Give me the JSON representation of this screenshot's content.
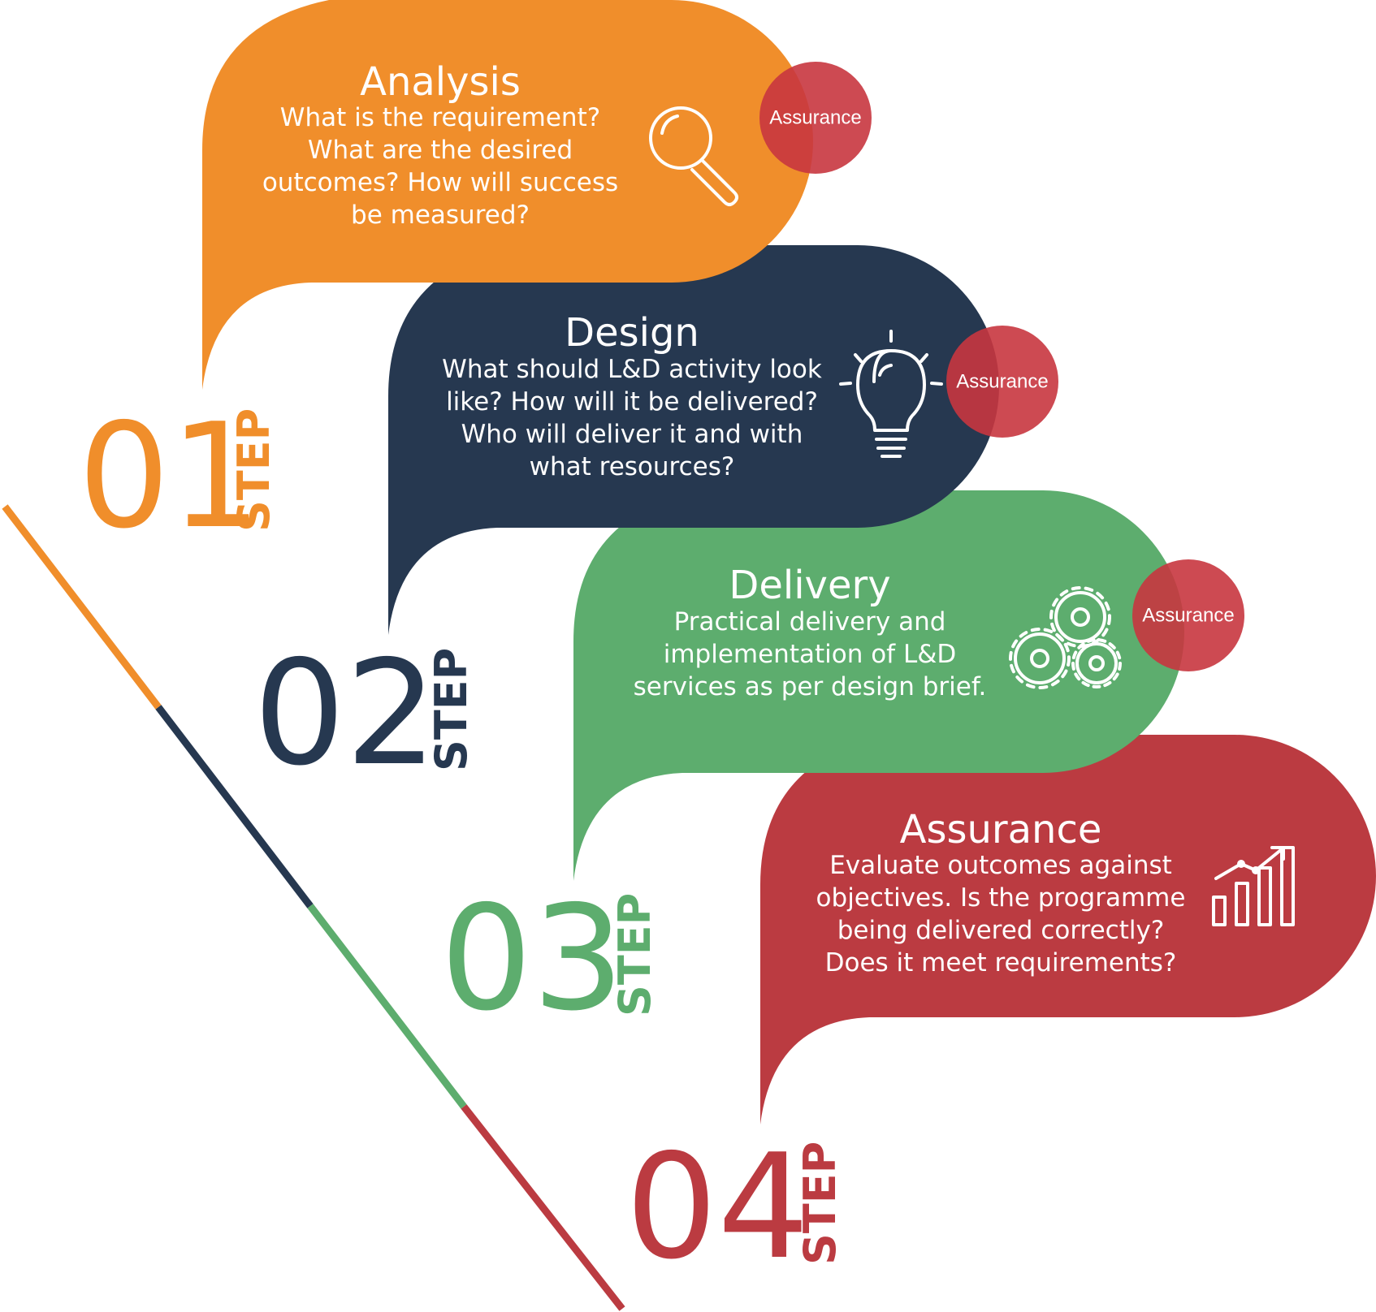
{
  "colors": {
    "orange": "#F08E2B",
    "navy": "#263850",
    "green": "#5DAD6E",
    "red": "#BB3B41",
    "assurance_circle": "#C8363F"
  },
  "steps": [
    {
      "number": "01",
      "word": "STEP",
      "title": "Analysis",
      "lines": [
        "What is the requirement?",
        "What are the desired",
        "outcomes? How will success",
        "be measured?"
      ],
      "icon": "magnifier-icon",
      "badge": "Assurance"
    },
    {
      "number": "02",
      "word": "STEP",
      "title": "Design",
      "lines": [
        "What should L&D activity look",
        "like? How will it be delivered?",
        "Who will deliver it and with",
        "what resources?"
      ],
      "icon": "lightbulb-icon",
      "badge": "Assurance"
    },
    {
      "number": "03",
      "word": "STEP",
      "title": "Delivery",
      "lines": [
        "Practical delivery and",
        "implementation of L&D",
        "services as per design brief."
      ],
      "icon": "gears-icon",
      "badge": "Assurance"
    },
    {
      "number": "04",
      "word": "STEP",
      "title": "Assurance",
      "lines": [
        "Evaluate outcomes against",
        "objectives. Is the programme",
        "being delivered correctly?",
        "Does it meet requirements?"
      ],
      "icon": "growth-chart-icon"
    }
  ]
}
